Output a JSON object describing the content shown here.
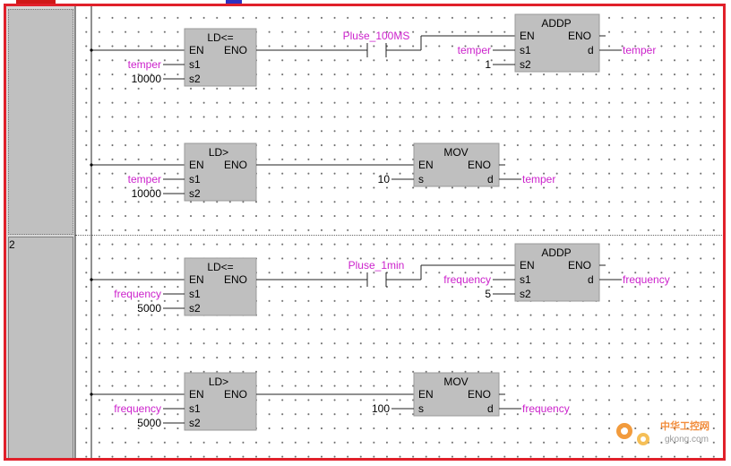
{
  "rows": [
    {
      "number": ""
    },
    {
      "number": "2"
    }
  ],
  "rungs": [
    {
      "compare_block": {
        "title": "LD<=",
        "en": "EN",
        "eno": "ENO",
        "s1_label": "s1",
        "s2_label": "s2",
        "s1_value": "temper",
        "s2_value": "10000"
      },
      "contact": {
        "label": "Pluse_100MS"
      },
      "func_block": {
        "title": "ADDP",
        "en": "EN",
        "eno": "ENO",
        "s1_label": "s1",
        "s2_label": "s2",
        "d_label": "d",
        "s1_value": "temper",
        "s2_value": "1",
        "d_value": "temper"
      }
    },
    {
      "compare_block": {
        "title": "LD>",
        "en": "EN",
        "eno": "ENO",
        "s1_label": "s1",
        "s2_label": "s2",
        "s1_value": "temper",
        "s2_value": "10000"
      },
      "func_block": {
        "title": "MOV",
        "en": "EN",
        "eno": "ENO",
        "s_label": "s",
        "d_label": "d",
        "s_value": "10",
        "d_value": "temper"
      }
    },
    {
      "compare_block": {
        "title": "LD<=",
        "en": "EN",
        "eno": "ENO",
        "s1_label": "s1",
        "s2_label": "s2",
        "s1_value": "frequency",
        "s2_value": "5000"
      },
      "contact": {
        "label": "Pluse_1min"
      },
      "func_block": {
        "title": "ADDP",
        "en": "EN",
        "eno": "ENO",
        "s1_label": "s1",
        "s2_label": "s2",
        "d_label": "d",
        "s1_value": "frequency",
        "s2_value": "5",
        "d_value": "frequency"
      }
    },
    {
      "compare_block": {
        "title": "LD>",
        "en": "EN",
        "eno": "ENO",
        "s1_label": "s1",
        "s2_label": "s2",
        "s1_value": "frequency",
        "s2_value": "5000"
      },
      "func_block": {
        "title": "MOV",
        "en": "EN",
        "eno": "ENO",
        "s_label": "s",
        "d_label": "d",
        "s_value": "100",
        "d_value": "frequency"
      }
    }
  ],
  "watermark": {
    "cn": "中华工控网",
    "url": "gkong.com"
  },
  "colors": {
    "frame": "#e0202a",
    "variable": "#cc22cc",
    "block": "#bfbfbf"
  },
  "icons": [
    "gear-icon"
  ]
}
